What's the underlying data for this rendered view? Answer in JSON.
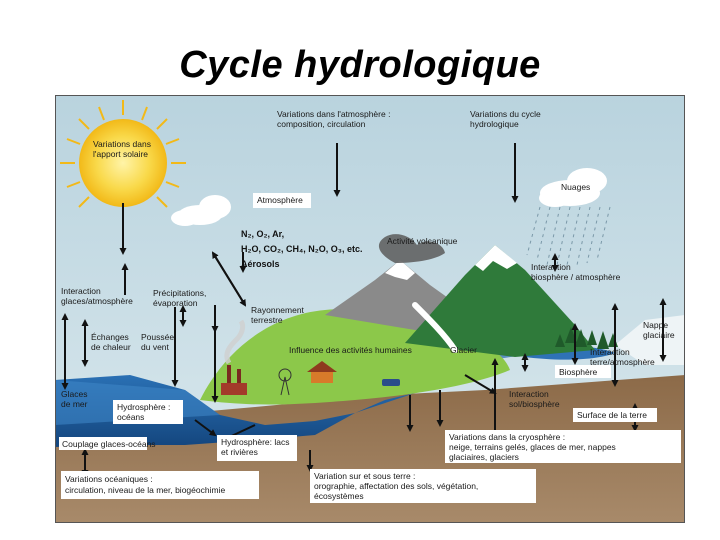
{
  "title": "Cycle hydrologique",
  "labels": {
    "solar": [
      "Variations dans",
      "l'apport solaire"
    ],
    "atm_variations": [
      "Variations dans l'atmosphère :",
      "composition, circulation"
    ],
    "cycle_variations": [
      "Variations du cycle",
      "hydrologique"
    ],
    "atmosphere": "Atmosphère",
    "clouds": "Nuages",
    "gases_line1": "N₂, O₂, Ar,",
    "gases_line2": "H₂O, CO₂, CH₄, N₂O, O₃, etc.",
    "aerosols": "Aérosols",
    "volcanic": "Activité volcanique",
    "ice_atm": [
      "Interaction",
      "glaces/atmosphère"
    ],
    "precip": [
      "Précipitations,",
      "évaporation"
    ],
    "radiation": [
      "Rayonnement",
      "terrestre"
    ],
    "bio_atm": [
      "Interaction",
      "biosphère / atmosphère"
    ],
    "heat": [
      "Échanges",
      "de chaleur"
    ],
    "wind": [
      "Poussée",
      "du vent"
    ],
    "human": "Influence des activités humaines",
    "glacier": "Glacier",
    "ice_sheet": [
      "Nappe",
      "glaciaire"
    ],
    "land_atm": [
      "Interaction",
      "terre/atmosphère"
    ],
    "sea_ice": [
      "Glaces",
      "de mer"
    ],
    "hydro_ocean": [
      "Hydrosphère :",
      "océans"
    ],
    "biosphere": "Biosphère",
    "soil_bio": [
      "Interaction",
      "sol/biosphère"
    ],
    "land_surface": "Surface de la terre",
    "ice_ocean": "Couplage glaces-océans",
    "hydro_lakes": [
      "Hydrosphère: lacs",
      "et rivières"
    ],
    "cryo": [
      "Variations dans la cryosphère :",
      "neige, terrains gelés, glaces de mer,  nappes",
      "glaciaires, glaciers"
    ],
    "ocean_var": [
      "Variations océaniques :",
      "circulation, niveau de la mer, biogéochimie"
    ],
    "surface_var": [
      "Variation sur et sous terre :",
      "orographie, affectation des sols, végétation,",
      "écosystèmes"
    ]
  },
  "colors": {
    "sky": "#c7dde6",
    "sun": "#f7d23e",
    "ocean": "#1f63a8",
    "ground": "#7a5a3d",
    "hill_green": "#86c23f",
    "mountain_green": "#2f7a3a",
    "snow": "#ffffff",
    "box_fill": "#ffffff"
  }
}
